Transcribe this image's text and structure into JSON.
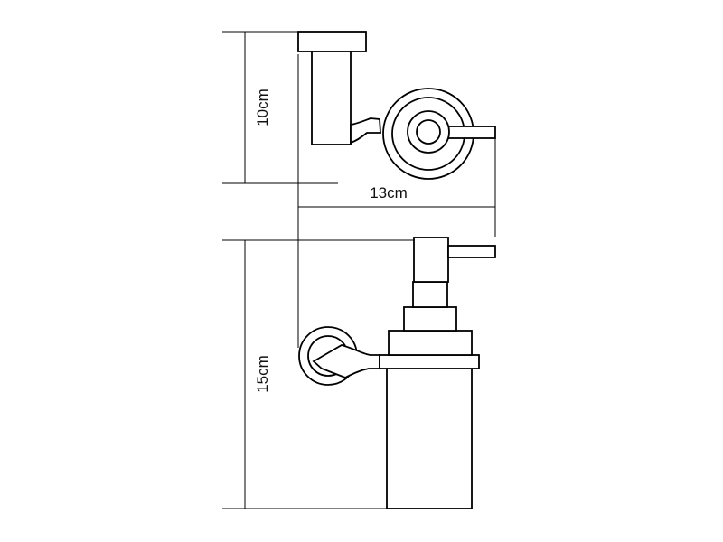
{
  "drawing": {
    "dimension_labels": {
      "top_height": "10cm",
      "depth": "13cm",
      "bottom_height": "15cm"
    },
    "colors": {
      "line": "#000000",
      "dimension_line": "#000000",
      "background": "#ffffff"
    }
  }
}
